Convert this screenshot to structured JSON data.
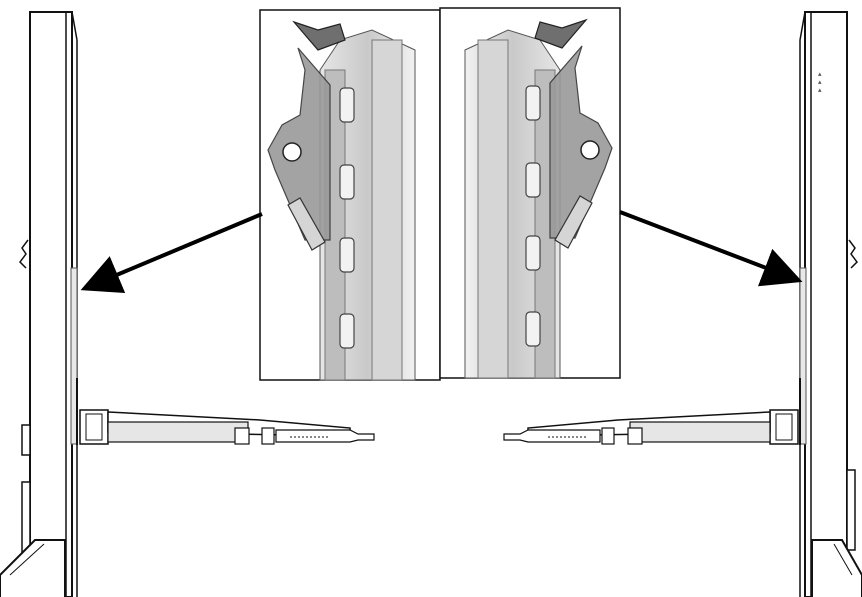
{
  "figure": {
    "description_text": "",
    "colors": {
      "line": "#111111",
      "steel_light": "#d9d9d9",
      "steel_mid": "#bfbfbf",
      "steel_dark": "#8f8f8f",
      "bracket": "#9a9a9a",
      "arrow": "#000000",
      "background": "#ffffff"
    },
    "icons": [
      "rack-post-left",
      "rack-post-right",
      "detail-inset-left",
      "detail-inset-right",
      "rail-slide-left",
      "rail-slide-right",
      "pointer-arrow-left",
      "pointer-arrow-right"
    ]
  }
}
